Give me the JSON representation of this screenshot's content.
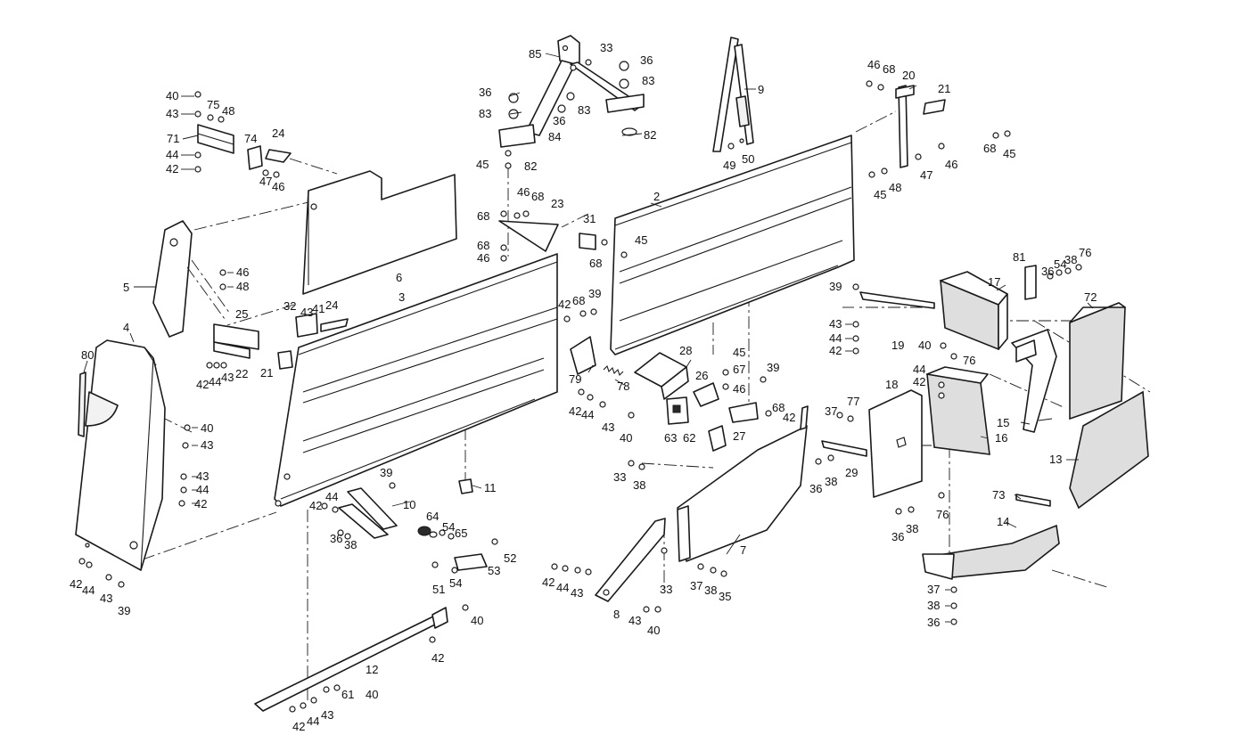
{
  "callouts": [
    {
      "id": "c-40a",
      "text": "40"
    },
    {
      "id": "c-43a",
      "text": "43"
    },
    {
      "id": "c-75",
      "text": "75"
    },
    {
      "id": "c-48a",
      "text": "48"
    },
    {
      "id": "c-71",
      "text": "71"
    },
    {
      "id": "c-44a",
      "text": "44"
    },
    {
      "id": "c-42a",
      "text": "42"
    },
    {
      "id": "c-74",
      "text": "74"
    },
    {
      "id": "c-24a",
      "text": "24"
    },
    {
      "id": "c-47a",
      "text": "47"
    },
    {
      "id": "c-46a",
      "text": "46"
    },
    {
      "id": "c-5",
      "text": "5"
    },
    {
      "id": "c-4",
      "text": "4"
    },
    {
      "id": "c-80",
      "text": "80"
    },
    {
      "id": "c-46b",
      "text": "46"
    },
    {
      "id": "c-48b",
      "text": "48"
    },
    {
      "id": "c-25",
      "text": "25"
    },
    {
      "id": "c-42b",
      "text": "42"
    },
    {
      "id": "c-44b",
      "text": "44"
    },
    {
      "id": "c-43b",
      "text": "43"
    },
    {
      "id": "c-22",
      "text": "22"
    },
    {
      "id": "c-21a",
      "text": "21"
    },
    {
      "id": "c-40b",
      "text": "40"
    },
    {
      "id": "c-43c",
      "text": "43"
    },
    {
      "id": "c-43d",
      "text": "43"
    },
    {
      "id": "c-44c",
      "text": "44"
    },
    {
      "id": "c-42c",
      "text": "42"
    },
    {
      "id": "c-42d",
      "text": "42"
    },
    {
      "id": "c-44d",
      "text": "44"
    },
    {
      "id": "c-43e",
      "text": "43"
    },
    {
      "id": "c-39a",
      "text": "39"
    },
    {
      "id": "c-6",
      "text": "6"
    },
    {
      "id": "c-3",
      "text": "3"
    },
    {
      "id": "c-32",
      "text": "32"
    },
    {
      "id": "c-43f",
      "text": "43"
    },
    {
      "id": "c-41",
      "text": "41"
    },
    {
      "id": "c-24b",
      "text": "24"
    },
    {
      "id": "c-85",
      "text": "85"
    },
    {
      "id": "c-33a",
      "text": "33"
    },
    {
      "id": "c-36a",
      "text": "36"
    },
    {
      "id": "c-83a",
      "text": "83"
    },
    {
      "id": "c-36b",
      "text": "36"
    },
    {
      "id": "c-83b",
      "text": "83"
    },
    {
      "id": "c-83c",
      "text": "83"
    },
    {
      "id": "c-36c",
      "text": "36"
    },
    {
      "id": "c-84",
      "text": "84"
    },
    {
      "id": "c-82a",
      "text": "82"
    },
    {
      "id": "c-45a",
      "text": "45"
    },
    {
      "id": "c-82b",
      "text": "82"
    },
    {
      "id": "c-46c",
      "text": "46"
    },
    {
      "id": "c-68a",
      "text": "68"
    },
    {
      "id": "c-23",
      "text": "23"
    },
    {
      "id": "c-68b",
      "text": "68"
    },
    {
      "id": "c-31",
      "text": "31"
    },
    {
      "id": "c-68c",
      "text": "68"
    },
    {
      "id": "c-46d",
      "text": "46"
    },
    {
      "id": "c-68d",
      "text": "68"
    },
    {
      "id": "c-45b",
      "text": "45"
    },
    {
      "id": "c-2",
      "text": "2"
    },
    {
      "id": "c-9",
      "text": "9"
    },
    {
      "id": "c-49",
      "text": "49"
    },
    {
      "id": "c-50",
      "text": "50"
    },
    {
      "id": "c-42e",
      "text": "42"
    },
    {
      "id": "c-68e",
      "text": "68"
    },
    {
      "id": "c-39b",
      "text": "39"
    },
    {
      "id": "c-79",
      "text": "79"
    },
    {
      "id": "c-78",
      "text": "78"
    },
    {
      "id": "c-28",
      "text": "28"
    },
    {
      "id": "c-42f",
      "text": "42"
    },
    {
      "id": "c-44e",
      "text": "44"
    },
    {
      "id": "c-43g",
      "text": "43"
    },
    {
      "id": "c-40c",
      "text": "40"
    },
    {
      "id": "c-45c",
      "text": "45"
    },
    {
      "id": "c-67",
      "text": "67"
    },
    {
      "id": "c-26",
      "text": "26"
    },
    {
      "id": "c-46e",
      "text": "46"
    },
    {
      "id": "c-39c",
      "text": "39"
    },
    {
      "id": "c-68f",
      "text": "68"
    },
    {
      "id": "c-42g",
      "text": "42"
    },
    {
      "id": "c-63",
      "text": "63"
    },
    {
      "id": "c-62",
      "text": "62"
    },
    {
      "id": "c-27",
      "text": "27"
    },
    {
      "id": "c-33b",
      "text": "33"
    },
    {
      "id": "c-38a",
      "text": "38"
    },
    {
      "id": "c-39d",
      "text": "39"
    },
    {
      "id": "c-42h",
      "text": "42"
    },
    {
      "id": "c-44f",
      "text": "44"
    },
    {
      "id": "c-10",
      "text": "10"
    },
    {
      "id": "c-11",
      "text": "11"
    },
    {
      "id": "c-36d",
      "text": "36"
    },
    {
      "id": "c-38b",
      "text": "38"
    },
    {
      "id": "c-64",
      "text": "64"
    },
    {
      "id": "c-54a",
      "text": "54"
    },
    {
      "id": "c-65",
      "text": "65"
    },
    {
      "id": "c-52",
      "text": "52"
    },
    {
      "id": "c-51",
      "text": "51"
    },
    {
      "id": "c-54b",
      "text": "54"
    },
    {
      "id": "c-53",
      "text": "53"
    },
    {
      "id": "c-40d",
      "text": "40"
    },
    {
      "id": "c-42i",
      "text": "42"
    },
    {
      "id": "c-12",
      "text": "12"
    },
    {
      "id": "c-61",
      "text": "61"
    },
    {
      "id": "c-40e",
      "text": "40"
    },
    {
      "id": "c-42j",
      "text": "42"
    },
    {
      "id": "c-44g",
      "text": "44"
    },
    {
      "id": "c-43h",
      "text": "43"
    },
    {
      "id": "c-7",
      "text": "7"
    },
    {
      "id": "c-42k",
      "text": "42"
    },
    {
      "id": "c-44h",
      "text": "44"
    },
    {
      "id": "c-43i",
      "text": "43"
    },
    {
      "id": "c-8",
      "text": "8"
    },
    {
      "id": "c-43j",
      "text": "43"
    },
    {
      "id": "c-40f",
      "text": "40"
    },
    {
      "id": "c-33c",
      "text": "33"
    },
    {
      "id": "c-37a",
      "text": "37"
    },
    {
      "id": "c-38c",
      "text": "38"
    },
    {
      "id": "c-35",
      "text": "35"
    },
    {
      "id": "c-46f",
      "text": "46"
    },
    {
      "id": "c-68g",
      "text": "68"
    },
    {
      "id": "c-20",
      "text": "20"
    },
    {
      "id": "c-21b",
      "text": "21"
    },
    {
      "id": "c-68h",
      "text": "68"
    },
    {
      "id": "c-45d",
      "text": "45"
    },
    {
      "id": "c-45e",
      "text": "45"
    },
    {
      "id": "c-48c",
      "text": "48"
    },
    {
      "id": "c-47b",
      "text": "47"
    },
    {
      "id": "c-46g",
      "text": "46"
    },
    {
      "id": "c-81",
      "text": "81"
    },
    {
      "id": "c-36e",
      "text": "36"
    },
    {
      "id": "c-54c",
      "text": "54"
    },
    {
      "id": "c-38d",
      "text": "38"
    },
    {
      "id": "c-76a",
      "text": "76"
    },
    {
      "id": "c-39e",
      "text": "39"
    },
    {
      "id": "c-17",
      "text": "17"
    },
    {
      "id": "c-72",
      "text": "72"
    },
    {
      "id": "c-43k",
      "text": "43"
    },
    {
      "id": "c-44i",
      "text": "44"
    },
    {
      "id": "c-42l",
      "text": "42"
    },
    {
      "id": "c-19",
      "text": "19"
    },
    {
      "id": "c-40g",
      "text": "40"
    },
    {
      "id": "c-76b",
      "text": "76"
    },
    {
      "id": "c-44j",
      "text": "44"
    },
    {
      "id": "c-42m",
      "text": "42"
    },
    {
      "id": "c-18",
      "text": "18"
    },
    {
      "id": "c-37b",
      "text": "37"
    },
    {
      "id": "c-77",
      "text": "77"
    },
    {
      "id": "c-15",
      "text": "15"
    },
    {
      "id": "c-16",
      "text": "16"
    },
    {
      "id": "c-13",
      "text": "13"
    },
    {
      "id": "c-29",
      "text": "29"
    },
    {
      "id": "c-36f",
      "text": "36"
    },
    {
      "id": "c-38e",
      "text": "38"
    },
    {
      "id": "c-76c",
      "text": "76"
    },
    {
      "id": "c-36g",
      "text": "36"
    },
    {
      "id": "c-38f",
      "text": "38"
    },
    {
      "id": "c-73",
      "text": "73"
    },
    {
      "id": "c-14",
      "text": "14"
    },
    {
      "id": "c-37c",
      "text": "37"
    },
    {
      "id": "c-38g",
      "text": "38"
    },
    {
      "id": "c-36h",
      "text": "36"
    }
  ]
}
